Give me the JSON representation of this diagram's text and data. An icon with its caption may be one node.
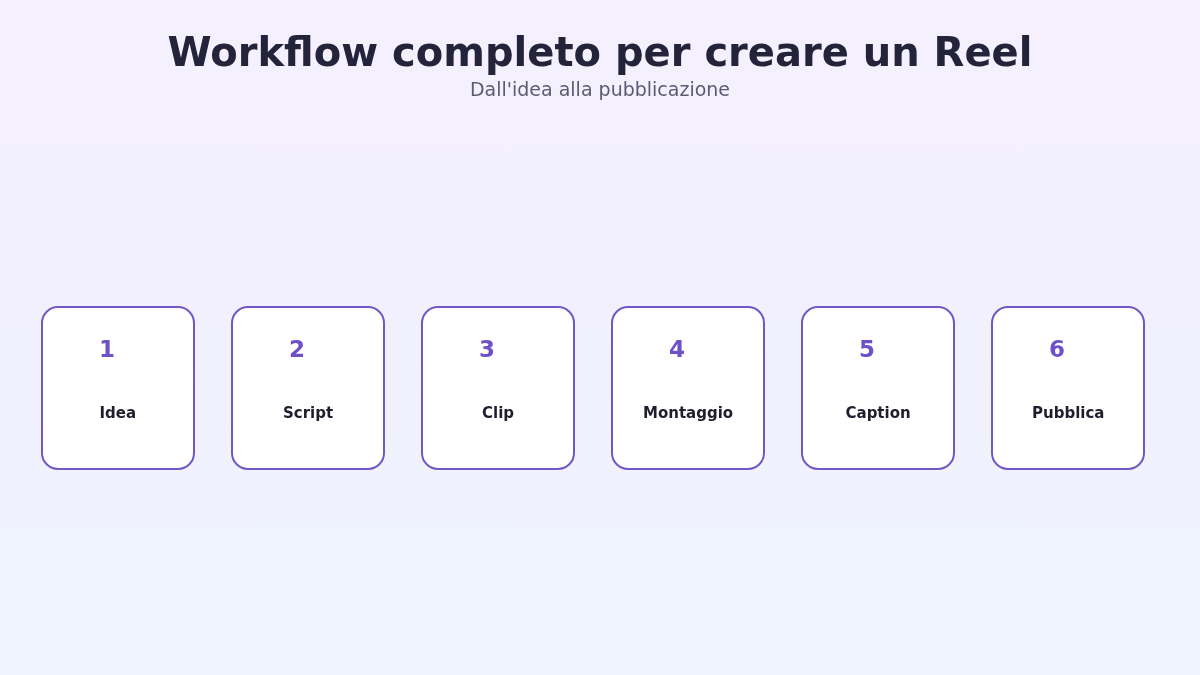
{
  "diagram": {
    "title": "Workflow completo per creare un Reel",
    "nodes": [
      {
        "text": [
          "1",
          "Idea"
        ]
      },
      {
        "text": [
          "2",
          "Script"
        ]
      },
      {
        "text": [
          "3",
          "Clip"
        ]
      },
      {
        "text": [
          "4",
          "Montaggio"
        ]
      },
      {
        "text": [
          "5",
          "Caption"
        ]
      },
      {
        "text": [
          "6",
          "Pubblica"
        ]
      }
    ],
    "labels": [
      "Dall'idea alla pubblicazione"
    ]
  }
}
